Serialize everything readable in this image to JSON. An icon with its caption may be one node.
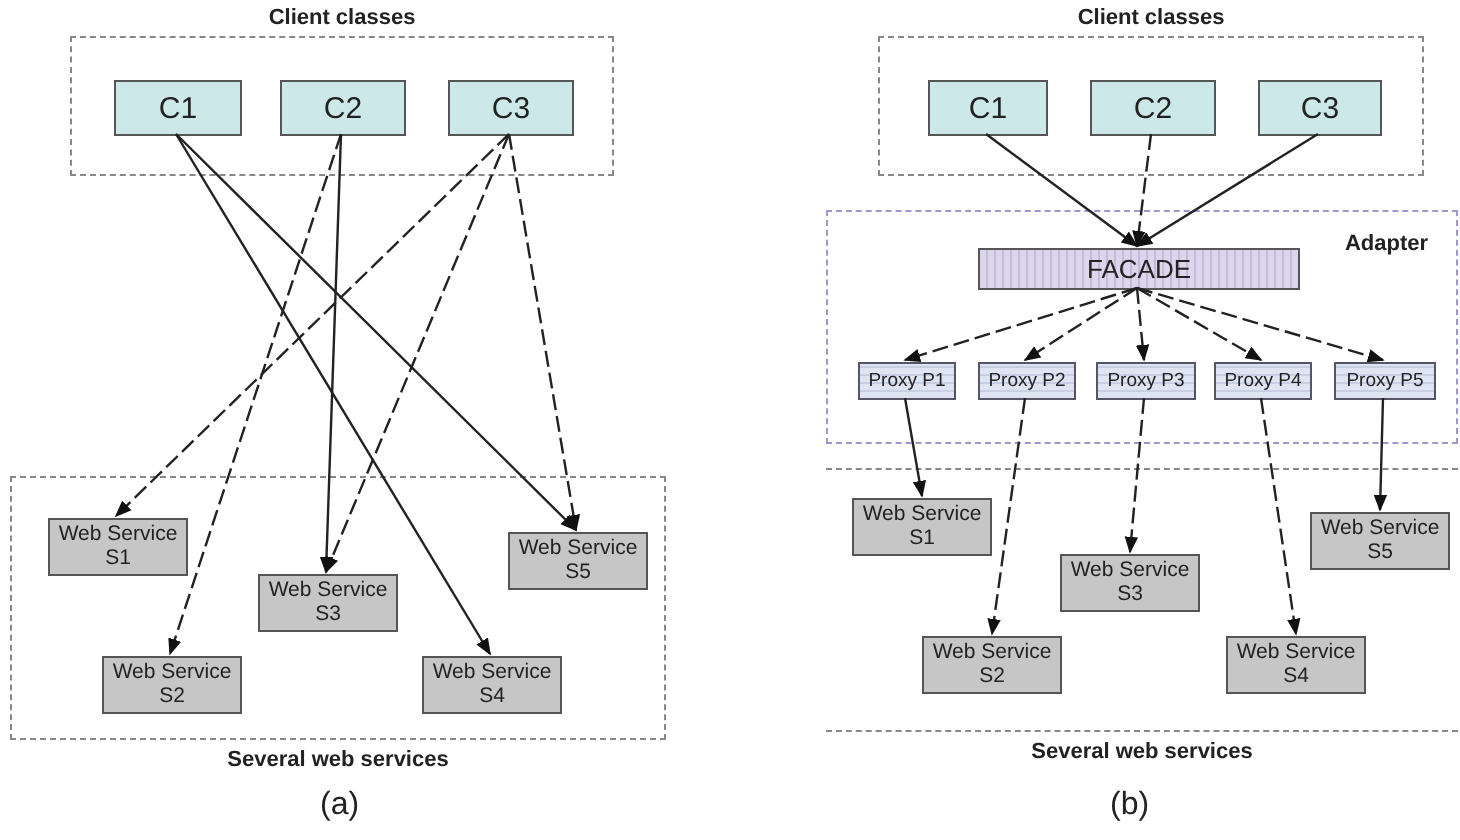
{
  "diagram": {
    "nodes": [
      {
        "text": [
          "Client classes"
        ]
      },
      {
        "text": [
          "C1"
        ],
        "in": 0
      },
      {
        "text": [
          "C2"
        ],
        "in": 0
      },
      {
        "text": [
          "C3"
        ],
        "in": 0
      },
      {
        "text": [
          "Several web services"
        ]
      },
      {
        "text": [
          "Web Service S1"
        ],
        "in": 4
      },
      {
        "text": [
          "Web Service S3"
        ],
        "in": 4
      },
      {
        "text": [
          "Web Service S5"
        ],
        "in": 4
      },
      {
        "text": [
          "Web Service S2"
        ],
        "in": 4
      },
      {
        "text": [
          "Web Service S4"
        ],
        "in": 4
      },
      {
        "text": [
          "Client classes"
        ]
      },
      {
        "text": [
          "C1"
        ],
        "in": 10
      },
      {
        "text": [
          "C2"
        ],
        "in": 10
      },
      {
        "text": [
          "C3"
        ],
        "in": 10
      },
      {
        "text": [
          "Adapter"
        ]
      },
      {
        "text": [
          "FACADE"
        ],
        "in": 14
      },
      {
        "text": [
          "Proxy P1"
        ],
        "in": 14
      },
      {
        "text": [
          "Proxy P2"
        ],
        "in": 14
      },
      {
        "text": [
          "Proxy P3"
        ],
        "in": 14
      },
      {
        "text": [
          "Proxy P4"
        ],
        "in": 14
      },
      {
        "text": [
          "Proxy P5"
        ],
        "in": 14
      },
      {
        "text": [
          "Several web services"
        ]
      },
      {
        "text": [
          "Web Service S1"
        ],
        "in": 21
      },
      {
        "text": [
          "Web Service S3"
        ],
        "in": 21
      },
      {
        "text": [
          "Web Service S5"
        ],
        "in": 21
      },
      {
        "text": [
          "Web Service S2"
        ],
        "in": 21
      },
      {
        "text": [
          "Web Service S4"
        ],
        "in": 21
      }
    ],
    "edges": [
      {
        "from": 1,
        "to": 9,
        "arrow": "to"
      },
      {
        "from": 1,
        "to": 7,
        "arrow": "to"
      },
      {
        "from": 2,
        "to": 8,
        "arrow": "to",
        "style": "dashed"
      },
      {
        "from": 2,
        "to": 6,
        "arrow": "to"
      },
      {
        "from": 3,
        "to": 5,
        "arrow": "to",
        "style": "dashed"
      },
      {
        "from": 3,
        "to": 6,
        "arrow": "to",
        "style": "dashed"
      },
      {
        "from": 3,
        "to": 7,
        "arrow": "to",
        "style": "dashed"
      },
      {
        "from": 11,
        "to": 15,
        "arrow": "to"
      },
      {
        "from": 12,
        "to": 15,
        "arrow": "to",
        "style": "dashed"
      },
      {
        "from": 13,
        "to": 15,
        "arrow": "to"
      },
      {
        "from": 15,
        "to": 16,
        "arrow": "to",
        "style": "dashed"
      },
      {
        "from": 15,
        "to": 17,
        "arrow": "to",
        "style": "dashed"
      },
      {
        "from": 15,
        "to": 18,
        "arrow": "to",
        "style": "dashed"
      },
      {
        "from": 15,
        "to": 19,
        "arrow": "to",
        "style": "dashed"
      },
      {
        "from": 15,
        "to": 20,
        "arrow": "to",
        "style": "dashed"
      },
      {
        "from": 16,
        "to": 22,
        "arrow": "to"
      },
      {
        "from": 17,
        "to": 25,
        "arrow": "to",
        "style": "dashed"
      },
      {
        "from": 18,
        "to": 23,
        "arrow": "to",
        "style": "dashed"
      },
      {
        "from": 19,
        "to": 26,
        "arrow": "to",
        "style": "dashed"
      },
      {
        "from": 20,
        "to": 24,
        "arrow": "to"
      }
    ],
    "labels": [
      "(a)",
      "(b)"
    ]
  }
}
